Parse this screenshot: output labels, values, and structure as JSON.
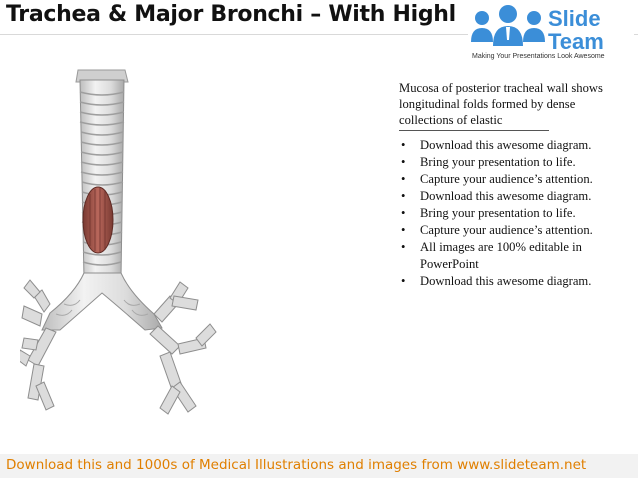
{
  "slide": {
    "title": "Trachea & Major Bronchi – With Highl",
    "caption": "Mucosa of posterior tracheal wall shows longitudinal folds formed by dense collections of elastic",
    "bullets": [
      "Download this awesome diagram.",
      "Bring your presentation to life.",
      "Capture your audience’s attention.",
      "Download this awesome diagram.",
      "Bring your presentation to life.",
      "Capture your audience’s attention.",
      " All images are 100% editable in PowerPoint",
      "Download this awesome diagram."
    ]
  },
  "logo": {
    "line1": "Slide",
    "line2": "Team",
    "tagline": "Making Your Presentations Look Awesome"
  },
  "footer": {
    "text": "Download this and 1000s of Medical Illustrations and images from www.slideteam.net"
  },
  "colors": {
    "footer_text": "#e07f00",
    "logo_blue": "#3b8ed8",
    "highlight": "#a0554a"
  },
  "icons": [
    "people-group-icon",
    "trachea-illustration"
  ]
}
